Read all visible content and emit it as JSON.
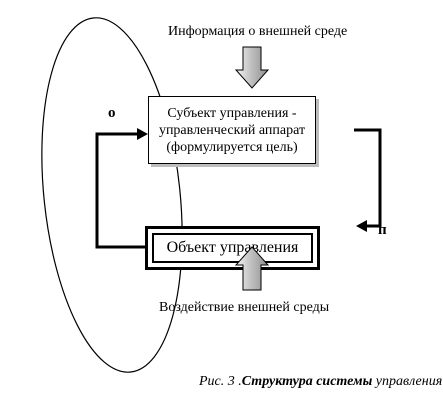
{
  "info_label": "Информация о внешней среде",
  "subject_box": {
    "line1": "Субъект управления -",
    "line2": "управленческий аппарат",
    "line3": "(формулируется цель)"
  },
  "object_box": "Объект управления",
  "env_label": "Воздействие внешней среды",
  "loop_labels": {
    "left": "о",
    "right": "п"
  },
  "caption": {
    "prefix": "Рис. 3 .",
    "bold": "Структура системы",
    "suffix": " управления"
  },
  "colors": {
    "arrow_fill": "#cfcfcf",
    "shadow": "#bdbdbd",
    "line": "#000000"
  }
}
